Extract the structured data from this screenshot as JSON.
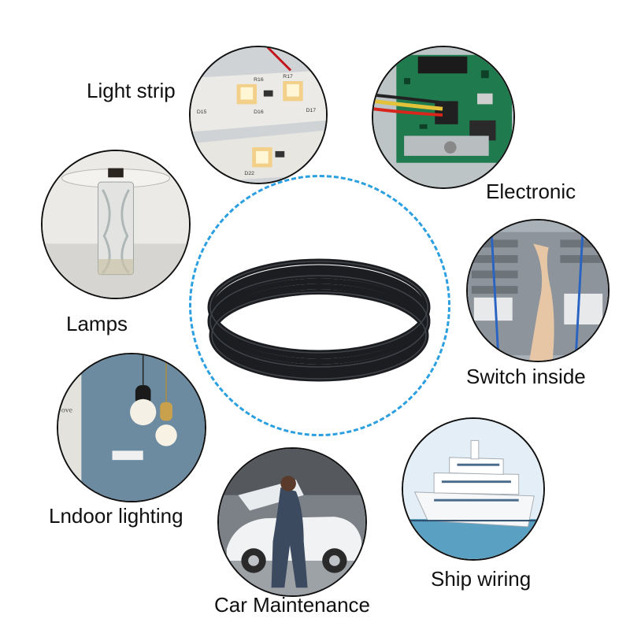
{
  "labels": {
    "light_strip": "Light strip",
    "electronic": "Electronic",
    "lamps": "Lamps",
    "switch_inside": "Switch inside",
    "indoor_lighting": "Lndoor lighting",
    "ship_wiring": "Ship wiring",
    "car_maintenance": "Car Maintenance"
  },
  "led_codes": {
    "r16": "R16",
    "r17": "R17",
    "d15": "D15",
    "d16": "D16",
    "d17": "D17",
    "d22": "D22"
  },
  "colors": {
    "accent_dashed_ring": "#2b9fe0",
    "cable": "#1b1d20",
    "outline": "#111111"
  },
  "icons": {
    "light_strip": "led-strip-photo",
    "electronic": "circuit-board-photo",
    "lamps": "glass-lamp-photo",
    "switch_inside": "server-rack-photo",
    "indoor_lighting": "pendant-lamp-photo",
    "ship_wiring": "cruise-ship-photo",
    "car_maintenance": "car-repair-photo",
    "center": "coiled-cable-photo"
  }
}
